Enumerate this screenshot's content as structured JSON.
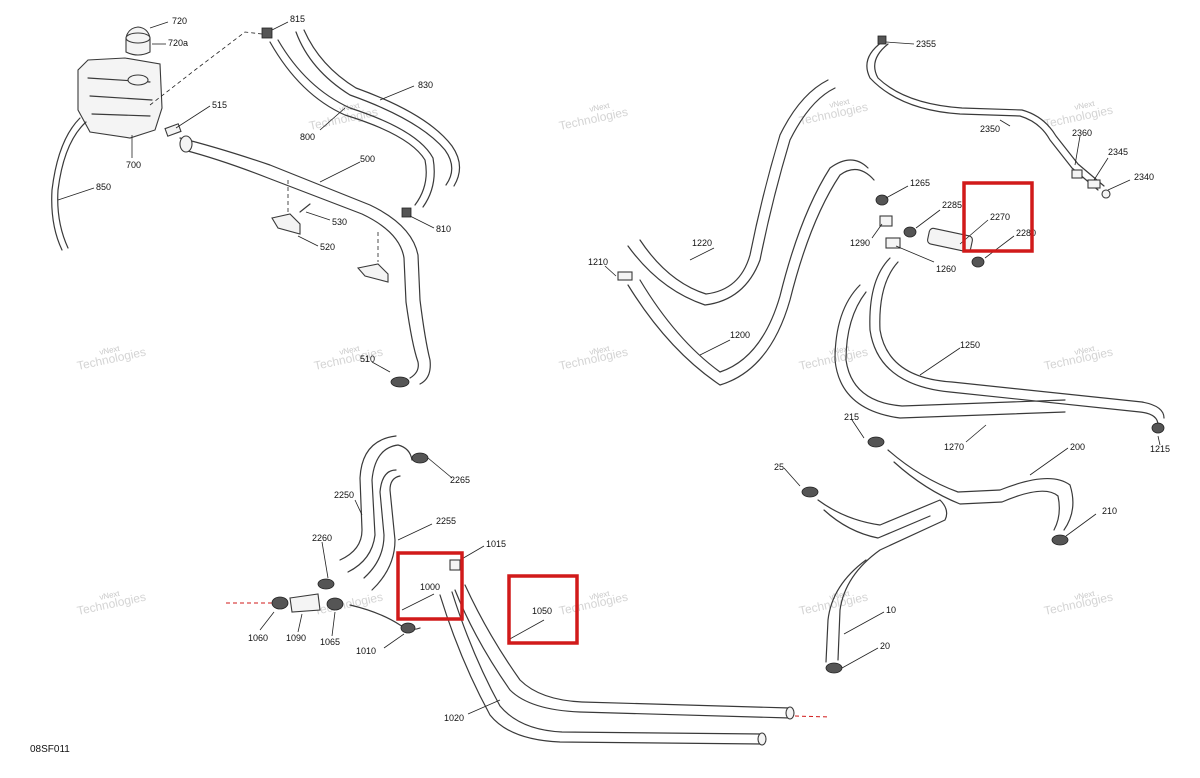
{
  "document_id": "08SF011",
  "watermark": {
    "line1": "vNext",
    "line2": "Technologies"
  },
  "callouts": {
    "c720": "720",
    "c720a": "720a",
    "c815": "815",
    "c830": "830",
    "c515": "515",
    "c800": "800",
    "c700": "700",
    "c500": "500",
    "c850": "850",
    "c530": "530",
    "c810": "810",
    "c520": "520",
    "c510": "510",
    "c2355": "2355",
    "c2350": "2350",
    "c2360": "2360",
    "c2345": "2345",
    "c2340": "2340",
    "c1265": "1265",
    "c2285": "2285",
    "c2270": "2270",
    "c2280": "2280",
    "c1290": "1290",
    "c1260": "1260",
    "c1220": "1220",
    "c1210": "1210",
    "c1200": "1200",
    "c1250": "1250",
    "c1270": "1270",
    "c1215": "1215",
    "c215": "215",
    "c200": "200",
    "c25": "25",
    "c210": "210",
    "c10": "10",
    "c20": "20",
    "c2265": "2265",
    "c2250": "2250",
    "c2255": "2255",
    "c2260": "2260",
    "c1015": "1015",
    "c1000": "1000",
    "c1050": "1050",
    "c1060": "1060",
    "c1090": "1090",
    "c1065": "1065",
    "c1010": "1010",
    "c1020": "1020"
  },
  "highlight_color": "#d11a1a",
  "line_color": "#3a3a3a"
}
